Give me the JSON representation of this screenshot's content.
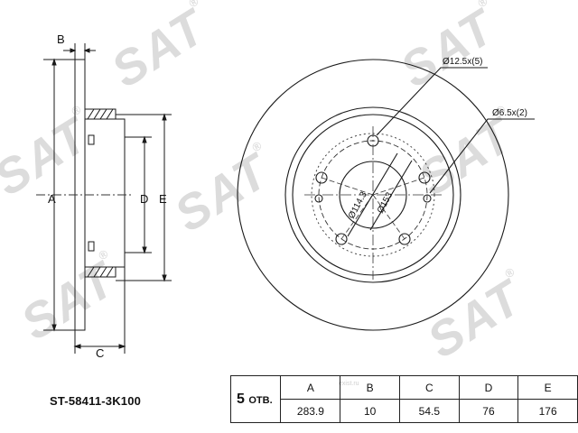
{
  "watermark": {
    "text": "SAT",
    "mark": "®",
    "site": "exist.ru"
  },
  "part_number": "ST-58411-3K100",
  "holes": {
    "count": "5",
    "label": "ОТВ."
  },
  "callouts": {
    "bolt_holes": "Ø12.5x(5)",
    "pin_holes": "Ø6.5x(2)",
    "pcd": "Ø114.3",
    "center_bore": "Ø153"
  },
  "side_labels": {
    "a": "A",
    "b": "B",
    "c": "C",
    "d": "D",
    "e": "E"
  },
  "spec_table": {
    "headers": [
      "A",
      "B",
      "C",
      "D",
      "E"
    ],
    "values": [
      "283.9",
      "10",
      "54.5",
      "76",
      "176"
    ]
  },
  "colors": {
    "line": "#1a1a1a",
    "dashed": "#333333",
    "watermark": "#dcdcdc"
  }
}
